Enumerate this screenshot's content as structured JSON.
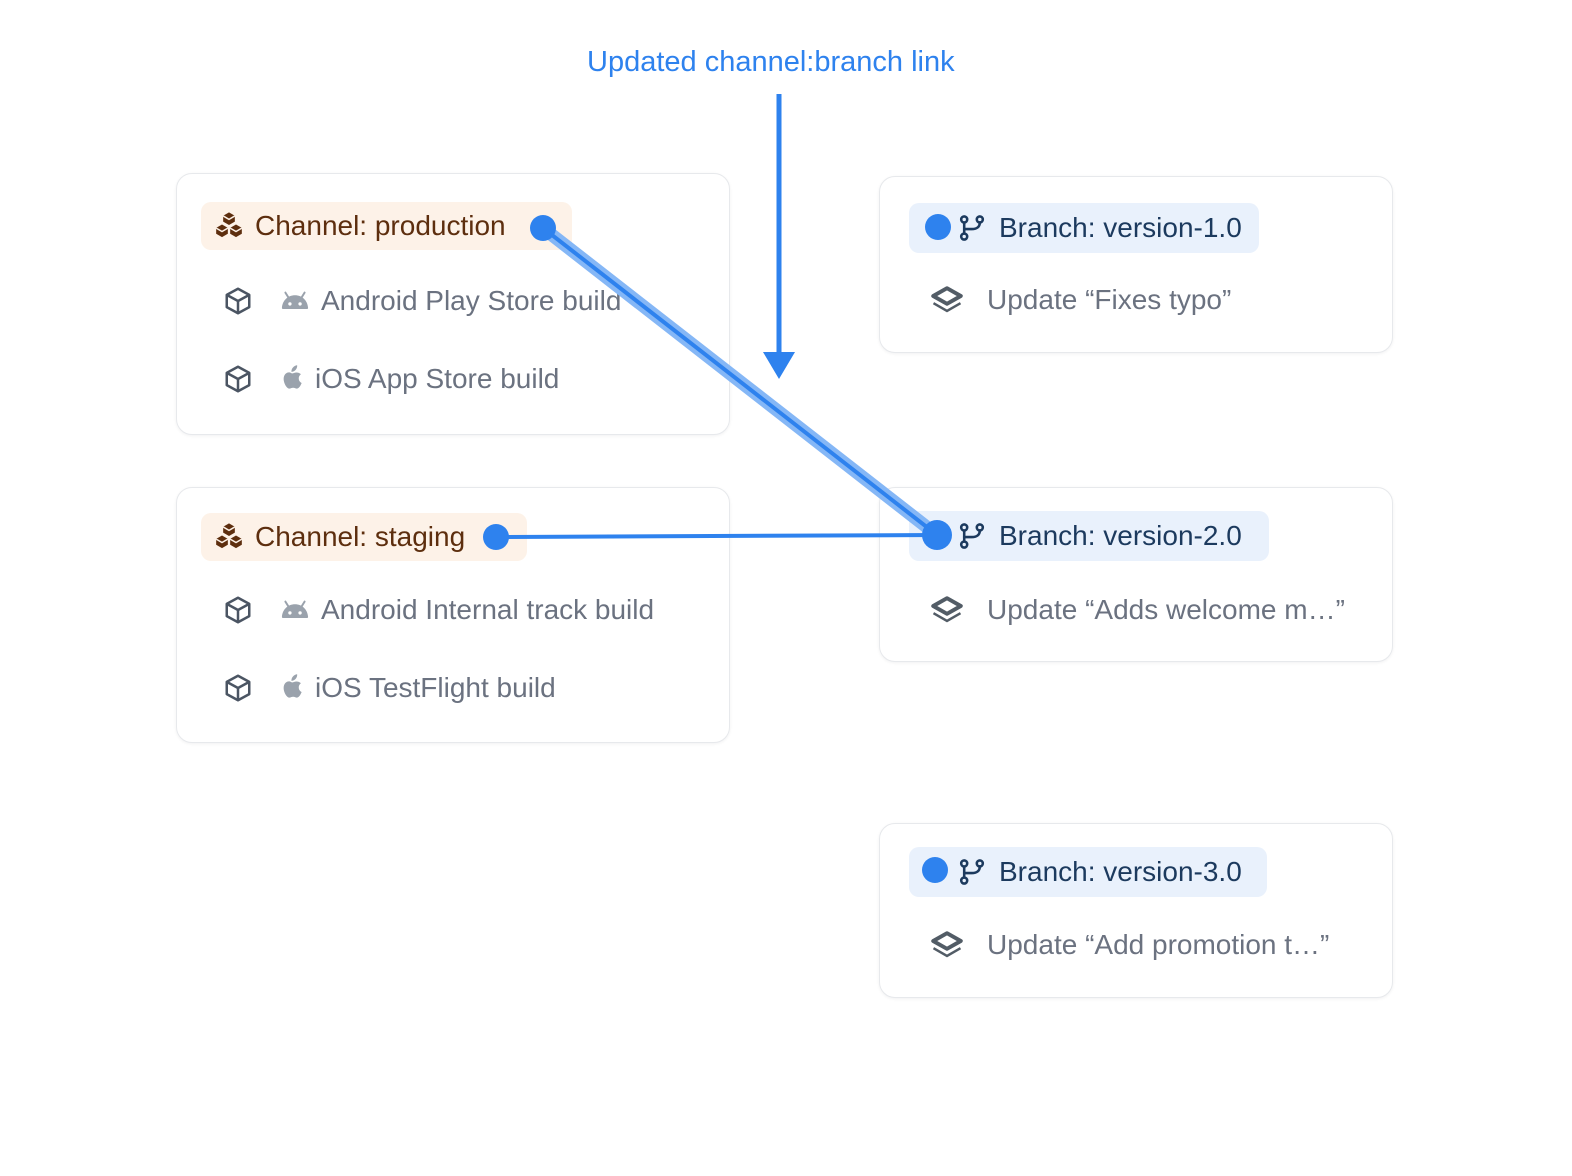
{
  "annotation": {
    "label": "Updated channel:branch link"
  },
  "colors": {
    "accent_blue": "#2e82ee",
    "link_halo": "#85b7f6",
    "channel_text": "#5d2e0e",
    "channel_pill_bg": "#fdf2e8",
    "branch_text": "#1c3a5e",
    "branch_pill_bg": "#e9f1fc",
    "row_text": "#6b7280",
    "card_border": "#e7e9ec"
  },
  "channels": [
    {
      "label": "Channel: production",
      "builds": [
        {
          "platform": "android",
          "label": "Android Play Store build"
        },
        {
          "platform": "ios",
          "label": "iOS App Store build"
        }
      ]
    },
    {
      "label": "Channel: staging",
      "builds": [
        {
          "platform": "android",
          "label": "Android Internal track build"
        },
        {
          "platform": "ios",
          "label": "iOS TestFlight build"
        }
      ]
    }
  ],
  "branches": [
    {
      "label": "Branch: version-1.0",
      "update": "Update “Fixes typo”"
    },
    {
      "label": "Branch: version-2.0",
      "update": "Update “Adds welcome m…”"
    },
    {
      "label": "Branch: version-3.0",
      "update": "Update “Add promotion t…”"
    }
  ]
}
